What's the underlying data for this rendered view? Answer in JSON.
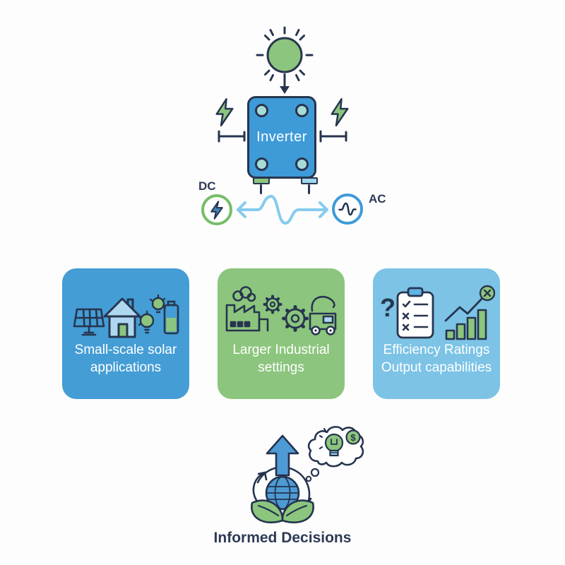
{
  "diagram": {
    "inverter_label": "Inverter",
    "dc_label": "DC",
    "ac_label": "AC"
  },
  "cards": [
    {
      "line1": "Small-scale solar",
      "line2": "applications",
      "bg": "#449DD5",
      "icons": [
        "solar-panel",
        "house",
        "lightbulbs",
        "battery"
      ]
    },
    {
      "line1": "Larger Industrial",
      "line2": "settings",
      "bg": "#8CC57D",
      "icons": [
        "factory",
        "gear",
        "truck"
      ]
    },
    {
      "line1": "Efficiency Ratings",
      "line2": "Output capabilities",
      "bg": "#7CC3E6",
      "question_glyph": "?",
      "icons": [
        "question-mark",
        "checklist-clipboard",
        "bar-chart",
        "circled-x"
      ]
    }
  ],
  "footer": {
    "label": "Informed Decisions",
    "coin_glyph": "$",
    "icons": [
      "up-arrow",
      "globe",
      "recycle-arrows",
      "leaves",
      "thought-bubble",
      "lightbulb",
      "dollar-coin"
    ]
  },
  "colors": {
    "outline_navy": "#27354F",
    "box_blue": "#3E9BD8",
    "green": "#8CC57D",
    "light_blue_card": "#7CC3E6",
    "mid_blue_card": "#449DD5",
    "wave_blue": "#85CBEE",
    "teal_dot": "#A6DCD8",
    "text_navy": "#2D3A55"
  }
}
